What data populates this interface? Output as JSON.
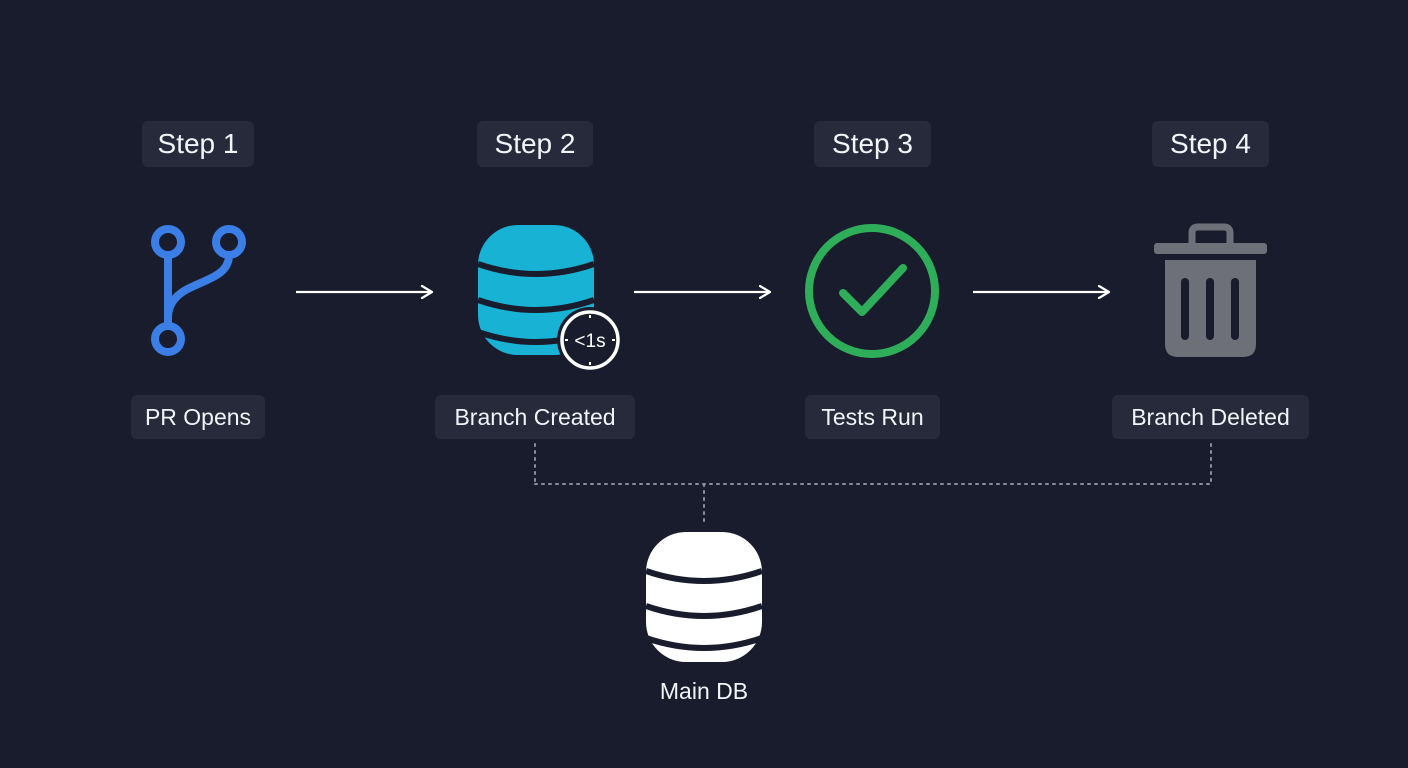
{
  "steps": [
    {
      "label": "Step 1",
      "caption": "PR Opens",
      "icon": "git-branch-icon",
      "color": "#3b7ee6"
    },
    {
      "label": "Step 2",
      "caption": "Branch Created",
      "icon": "database-icon",
      "color": "#18b2d4",
      "badge": "<1s"
    },
    {
      "label": "Step 3",
      "caption": "Tests Run",
      "icon": "check-circle-icon",
      "color": "#2fae5a"
    },
    {
      "label": "Step 4",
      "caption": "Branch Deleted",
      "icon": "trash-icon",
      "color": "#6e7079"
    }
  ],
  "main_db": {
    "label": "Main DB",
    "icon": "database-icon",
    "color": "#ffffff"
  }
}
